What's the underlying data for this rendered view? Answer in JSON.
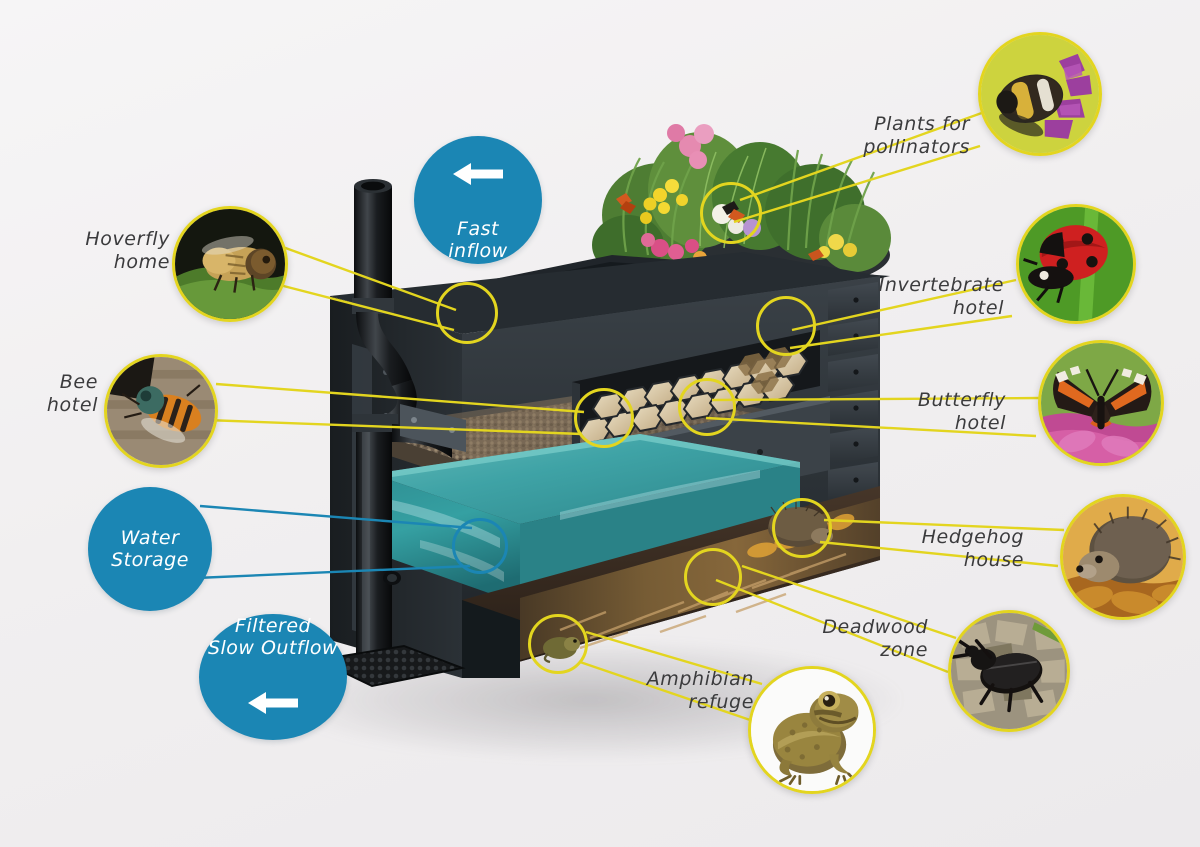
{
  "diagram": {
    "title": "Raingarden / stormwater planter biodiversity cutaway",
    "background_color": "#f1eff0",
    "accent_yellow": "#e3d51f",
    "accent_blue": "#1b86b4",
    "label_color": "#3b3b3d"
  },
  "callouts": [
    {
      "id": "hoverfly-home",
      "label": "Hoverfly\nhome",
      "align": "right",
      "photo_subject": "hoverfly-on-leaf",
      "ring_color": "#e3d51f"
    },
    {
      "id": "bee-hotel",
      "label": "Bee\nhotel",
      "align": "right",
      "photo_subject": "solitary-bee-on-wood",
      "ring_color": "#e3d51f"
    },
    {
      "id": "plants-for-pollinators",
      "label": "Plants for\npollinators",
      "align": "right",
      "photo_subject": "bumblebee-on-purple-flower",
      "ring_color": "#e3d51f"
    },
    {
      "id": "invertebrate-hotel",
      "label": "Invertebrate\nhotel",
      "align": "right",
      "photo_subject": "ladybird-on-green-stem",
      "ring_color": "#e3d51f"
    },
    {
      "id": "butterfly-hotel",
      "label": "Butterfly\nhotel",
      "align": "right",
      "photo_subject": "red-admiral-butterfly-on-pink-flower",
      "ring_color": "#e3d51f"
    },
    {
      "id": "hedgehog-house",
      "label": "Hedgehog\nhouse",
      "align": "right",
      "photo_subject": "hedgehog-in-autumn-leaves",
      "ring_color": "#e3d51f"
    },
    {
      "id": "deadwood-zone",
      "label": "Deadwood\nzone",
      "align": "right",
      "photo_subject": "black-ground-beetle-on-woodchip",
      "ring_color": "#e3d51f"
    },
    {
      "id": "amphibian-refuge",
      "label": "Amphibian\nrefuge",
      "align": "right",
      "photo_subject": "common-frog",
      "ring_color": "#e3d51f"
    }
  ],
  "badges": [
    {
      "id": "fast-inflow",
      "label": "Fast\ninflow",
      "arrow": "arrow-left",
      "arrow_position": "above",
      "color": "#1b86b4"
    },
    {
      "id": "water-storage",
      "label": "Water\nStorage",
      "arrow": "none",
      "arrow_position": "none",
      "color": "#1b86b4"
    },
    {
      "id": "filtered-slow-outflow",
      "label": "Filtered\nSlow Outflow",
      "arrow": "arrow-left",
      "arrow_position": "below",
      "color": "#1b86b4"
    }
  ],
  "device_parts": [
    {
      "id": "downpipe",
      "label": "black rainwater downpipe with swan-neck bend"
    },
    {
      "id": "leaf-gutter",
      "label": "upper gutter trough with fallen leaves"
    },
    {
      "id": "green-roof-planting",
      "label": "wildflower and fern roof planting"
    },
    {
      "id": "gravel-filter-bed",
      "label": "gravel filter media layer"
    },
    {
      "id": "honeycomb-insect-hotel",
      "label": "hexagonal honeycomb insect hotel panel"
    },
    {
      "id": "water-storage-tank",
      "label": "teal water storage reservoir"
    },
    {
      "id": "deadwood-layer",
      "label": "deadwood and leaf litter base layer"
    },
    {
      "id": "drain-grate",
      "label": "ground drain grate at pipe base"
    },
    {
      "id": "cabinet-body",
      "label": "dark grey slatted cabinet body"
    }
  ]
}
